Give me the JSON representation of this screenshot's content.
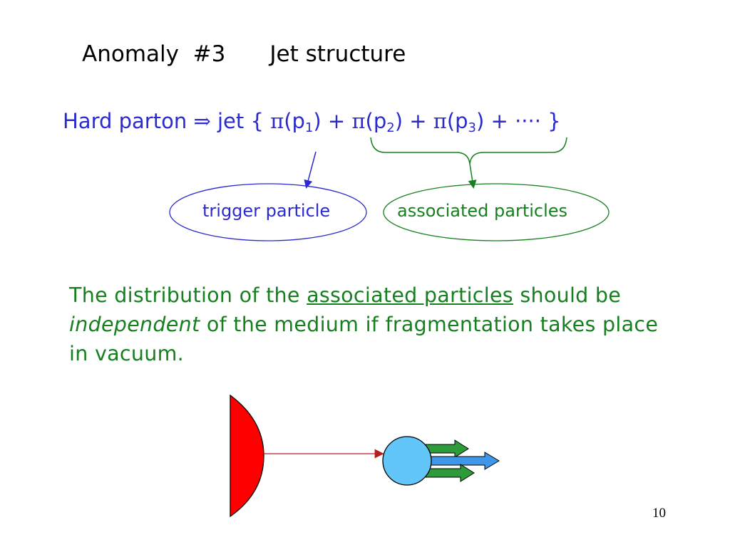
{
  "title": {
    "part1": "Anomaly  #3",
    "part2": "Jet structure"
  },
  "formula": {
    "lead": "Hard parton ",
    "implies": "⇒",
    "jet": " jet { ",
    "pi": "π",
    "p": "(p",
    "sub1": "1",
    "sub2": "2",
    "sub3": "3",
    "close_plus": ") + ",
    "ellipsis": "····  }"
  },
  "labels": {
    "trigger": "trigger particle",
    "associated": "associated particles"
  },
  "paragraph": {
    "t1": "The distribution of the ",
    "underlined": "associated particles",
    "t2": " should be ",
    "italic": "independent",
    "t3": " of the medium if fragmentation takes place in vacuum."
  },
  "page_number": "10",
  "colors": {
    "blue": "#2a2ad0",
    "green": "#16801f",
    "red": "#ff0000",
    "cyan": "#62c6f8",
    "dark_red": "#b22020"
  }
}
